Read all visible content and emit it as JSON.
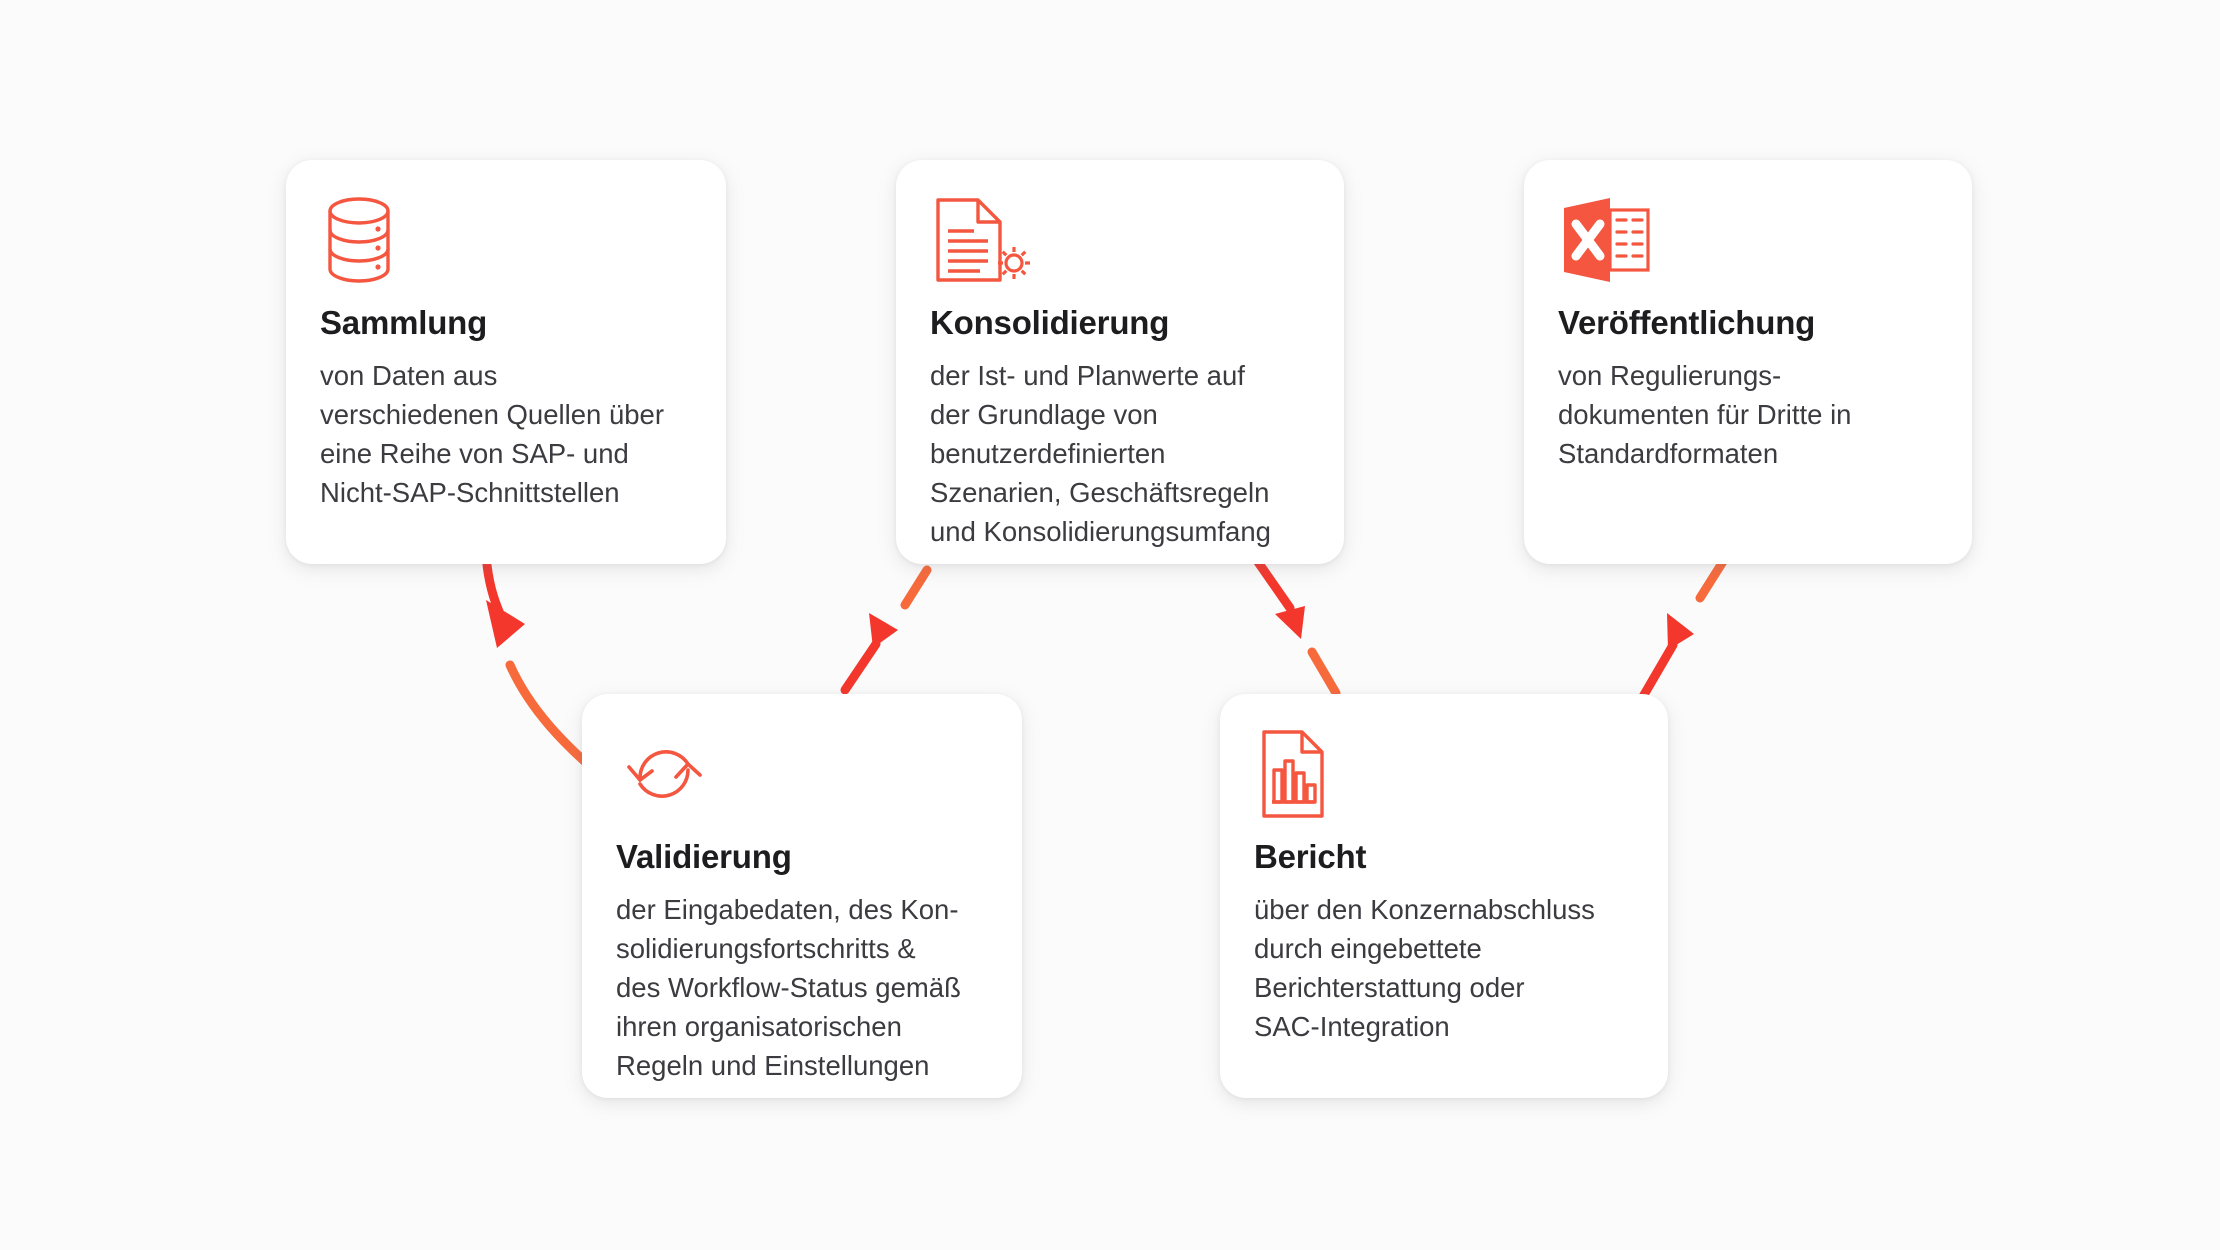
{
  "diagram": {
    "background_color": "#fbfbfb",
    "accent_color": "#f4563f",
    "arrow_color": "#f4372c",
    "card_background": "#ffffff",
    "title_color": "#1d1d1f",
    "body_color": "#3b3b40"
  },
  "cards": [
    {
      "id": "sammlung",
      "icon": "database-icon",
      "title": "Sammlung",
      "description": "von Daten aus\nverschiedenen Quellen über\neine Reihe von SAP- und\nNicht-SAP-Schnittstellen"
    },
    {
      "id": "konsolidierung",
      "icon": "document-gear-icon",
      "title": "Konsolidierung",
      "description": "der Ist- und Planwerte auf\nder Grundlage von\nbenutzerdefinierten\nSzenarien, Geschäftsregeln\nund Konsolidierungsumfang"
    },
    {
      "id": "veroeffentlichung",
      "icon": "excel-spreadsheet-icon",
      "title": "Veröffentlichung",
      "description": "von Regulierungs-\ndokumenten für Dritte in\nStandardformaten"
    },
    {
      "id": "validierung",
      "icon": "sync-refresh-icon",
      "title": "Validierung",
      "description": "der Eingabedaten, des Kon-\nsolidierungsfortschritts &\ndes Workflow-Status gemäß\nihren organisatorischen\nRegeln und Einstellungen"
    },
    {
      "id": "bericht",
      "icon": "document-barchart-icon",
      "title": "Bericht",
      "description": "über den Konzernabschluss\ndurch eingebettete\nBerichterstattung oder\nSAC-Integration"
    }
  ],
  "connectors": [
    {
      "id": "sammlung-to-validierung",
      "from": "sammlung",
      "to": "validierung",
      "direction": "down-right"
    },
    {
      "id": "validierung-to-konsolidierung",
      "from": "validierung",
      "to": "konsolidierung",
      "direction": "up-right"
    },
    {
      "id": "konsolidierung-to-bericht",
      "from": "konsolidierung",
      "to": "bericht",
      "direction": "down-right"
    },
    {
      "id": "bericht-to-veroeffentlichung",
      "from": "bericht",
      "to": "veroeffentlichung",
      "direction": "up-right"
    }
  ]
}
